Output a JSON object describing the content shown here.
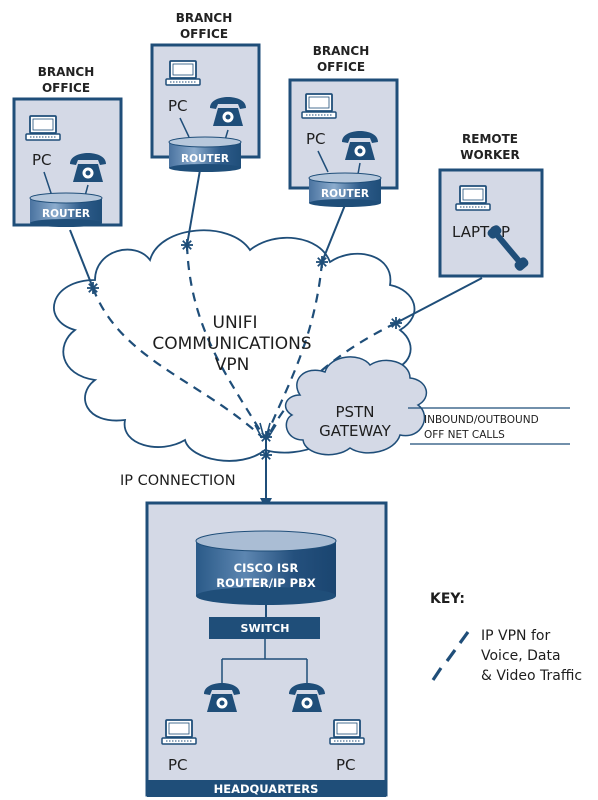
{
  "colors": {
    "navy": "#1f4e79",
    "box_fill": "#d4d9e6",
    "cloud_stroke": "#1f4e79",
    "router_dark": "#2a5a88",
    "router_light": "#7d9cbd"
  },
  "branch_offices": [
    {
      "label_line1": "BRANCH",
      "label_line2": "OFFICE",
      "pc_label": "PC",
      "router_label": "ROUTER"
    },
    {
      "label_line1": "BRANCH",
      "label_line2": "OFFICE",
      "pc_label": "PC",
      "router_label": "ROUTER"
    },
    {
      "label_line1": "BRANCH",
      "label_line2": "OFFICE",
      "pc_label": "PC",
      "router_label": "ROUTER"
    }
  ],
  "remote_worker": {
    "label_line1": "REMOTE",
    "label_line2": "WORKER",
    "device_label": "LAPTOP"
  },
  "cloud": {
    "line1": "UNIFI",
    "line2": "COMMUNICATIONS",
    "line3": "VPN"
  },
  "pstn": {
    "line1": "PSTN",
    "line2": "GATEWAY",
    "calls_line1": "INBOUND/OUTBOUND",
    "calls_line2": "OFF NET CALLS"
  },
  "ip_connection_label": "IP CONNECTION",
  "headquarters": {
    "router_line1": "CISCO ISR",
    "router_line2": "ROUTER/IP PBX",
    "switch_label": "SWITCH",
    "pc_left_label": "PC",
    "pc_right_label": "PC",
    "footer_label": "HEADQUARTERS"
  },
  "key": {
    "title": "KEY:",
    "line1": "IP VPN for",
    "line2": "Voice, Data",
    "line3": "& Video Traffic"
  }
}
